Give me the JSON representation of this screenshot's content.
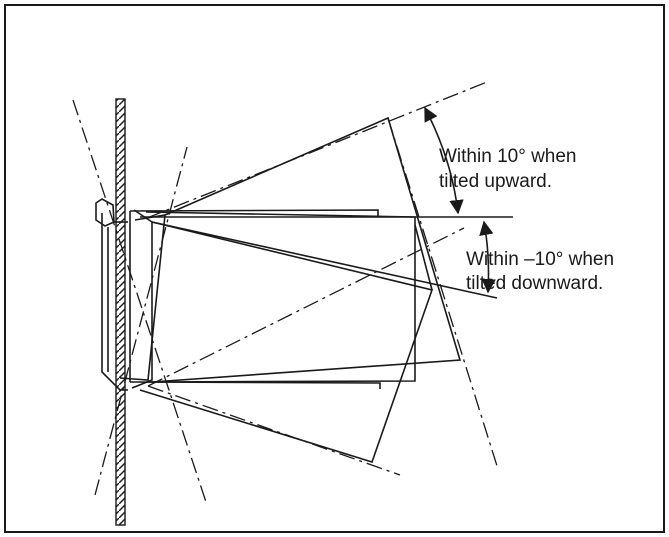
{
  "figure": {
    "annotations": {
      "upward": {
        "line1": "Within 10° when",
        "line2": "tilted upward."
      },
      "downward": {
        "line1": "Within –10° when",
        "line2": "tilted downward."
      }
    },
    "tilt_limits_deg": {
      "upward": 10,
      "downward": -10
    },
    "colors": {
      "ink": "#1a1a1a",
      "paper": "#ffffff"
    }
  }
}
